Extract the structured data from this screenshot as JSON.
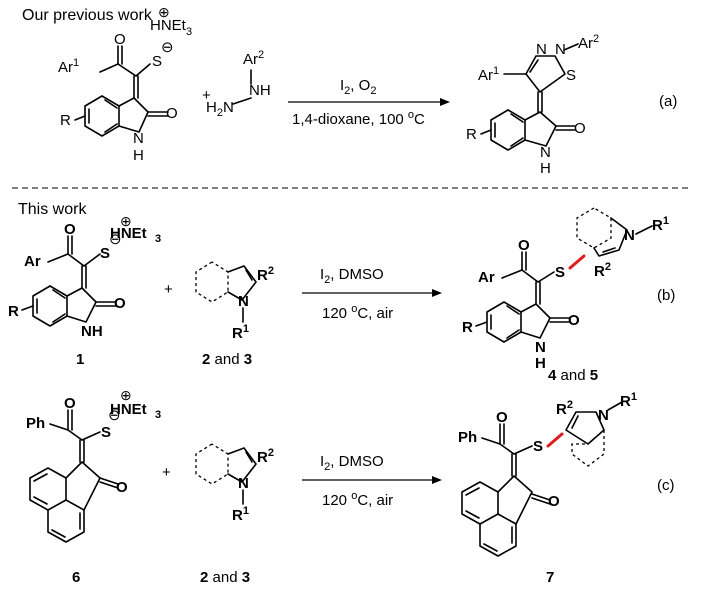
{
  "headings": {
    "previous": "Our previous work",
    "current": "This work"
  },
  "labels": {
    "O": "O",
    "S": "S",
    "N": "N",
    "H": "H",
    "NH": "NH",
    "plus": "+",
    "minus": "⊖",
    "cation": "⊕",
    "HNEt": "HNEt",
    "sub3": "3",
    "Ar": "Ar",
    "Ar1": "Ar",
    "Ar2": "Ar",
    "sup1": "1",
    "sup2": "2",
    "R": "R",
    "R1": "R",
    "R2": "R",
    "Ph": "Ph",
    "H2N": "H",
    "H2N_sub": "2",
    "H2N_N": "N"
  },
  "conditions": {
    "a_above": "I2, O2",
    "a_above_parts": {
      "I": "I",
      "i_sub": "2",
      "sep": ", O",
      "o_sub": "2"
    },
    "a_below": "1,4-dioxane, 100 °C",
    "a_below_parts": {
      "pre": "1,4-dioxane, 100 ",
      "deg": "o",
      "post": "C"
    },
    "b_above_parts": {
      "I": "I",
      "i_sub": "2",
      "post": ",  DMSO"
    },
    "b_below_parts": {
      "pre": "120 ",
      "deg": "o",
      "post": "C, air"
    },
    "c_above_parts": {
      "I": "I",
      "i_sub": "2",
      "post": ",  DMSO"
    },
    "c_below_parts": {
      "pre": "120 ",
      "deg": "o",
      "post": "C, air"
    }
  },
  "row_tags": {
    "a": "(a)",
    "b": "(b)",
    "c": "(c)"
  },
  "compounds": {
    "c1": "1",
    "c23_b": {
      "n1": "2",
      "and": " and ",
      "n2": "3"
    },
    "c45": {
      "n1": "4",
      "and": " and ",
      "n2": "5"
    },
    "c6": "6",
    "c23_c": {
      "n1": "2",
      "and": " and ",
      "n2": "3"
    },
    "c7": "7"
  }
}
